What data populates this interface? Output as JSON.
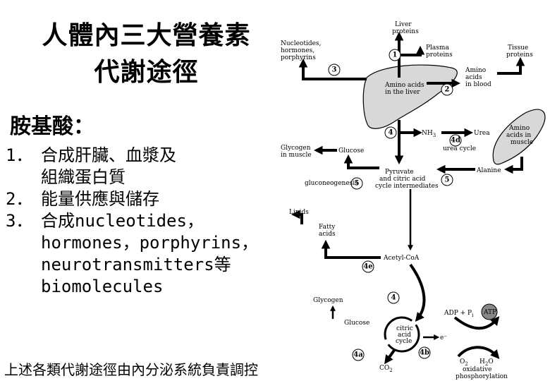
{
  "title_line1": "人體內三大營養素",
  "title_line2": "代謝途徑",
  "heading": "胺基酸：",
  "list": [
    {
      "num": "1．",
      "lines": [
        "合成肝臟、血漿及",
        "組織蛋白質"
      ]
    },
    {
      "num": "2．",
      "lines": [
        "能量供應與儲存"
      ]
    },
    {
      "num": "3．",
      "lines": [
        "合成nucleotides，",
        "hormones，porphyrins，",
        "neurotransmitters等",
        "biomolecules"
      ]
    }
  ],
  "footer": "上述各類代謝途徑由內分泌系統負責調控",
  "diagram": {
    "liver_proteins": [
      "Liver",
      "proteins"
    ],
    "plasma_proteins": [
      "Plasma",
      "proteins"
    ],
    "tissue_proteins": [
      "Tissue",
      "proteins"
    ],
    "nucleotides": [
      "Nucleotides,",
      "hormones,",
      "porphyrins"
    ],
    "amino_liver": [
      "Amino acids",
      "in the liver"
    ],
    "amino_blood": [
      "Amino",
      "acids",
      "in blood"
    ],
    "amino_muscle": [
      "Amino",
      "acids in",
      "muscle"
    ],
    "nh3": "NH",
    "nh3_sub": "3",
    "urea": "Urea",
    "urea_cycle": "urea cycle",
    "glycogen_muscle": [
      "Glycogen",
      "in muscle"
    ],
    "glucose": "Glucose",
    "alanine": "Alanine",
    "pyruvate": [
      "Pyruvate",
      "and citric acid",
      "cycle intermediates"
    ],
    "gluconeogenesis": "gluconeogenesis",
    "lipids": "Lipids",
    "fatty_acids": [
      "Fatty",
      "acids"
    ],
    "acetyl_coa": "Acetyl-CoA",
    "glycogen2": "Glycogen",
    "glucose2": "Glucose",
    "tca": [
      "citric",
      "acid",
      "cycle"
    ],
    "co2": "CO",
    "co2_sub": "2",
    "adp": "ADP + P",
    "adp_sub": "i",
    "atp": "ATP",
    "e_minus": "e⁻",
    "o2": "O",
    "o2_sub": "2",
    "h2o": "H",
    "h2o_sub": "2",
    "h2o_end": "O",
    "oxphos": [
      "oxidative",
      "phosphorylation"
    ],
    "n1": "1",
    "n2": "2",
    "n3": "3",
    "n4a": "4",
    "n4d": "4d",
    "n5a": "5",
    "n5b": "5",
    "n4e": "4e",
    "n4b": "4",
    "n4c": "4a",
    "n4f": "4b"
  }
}
